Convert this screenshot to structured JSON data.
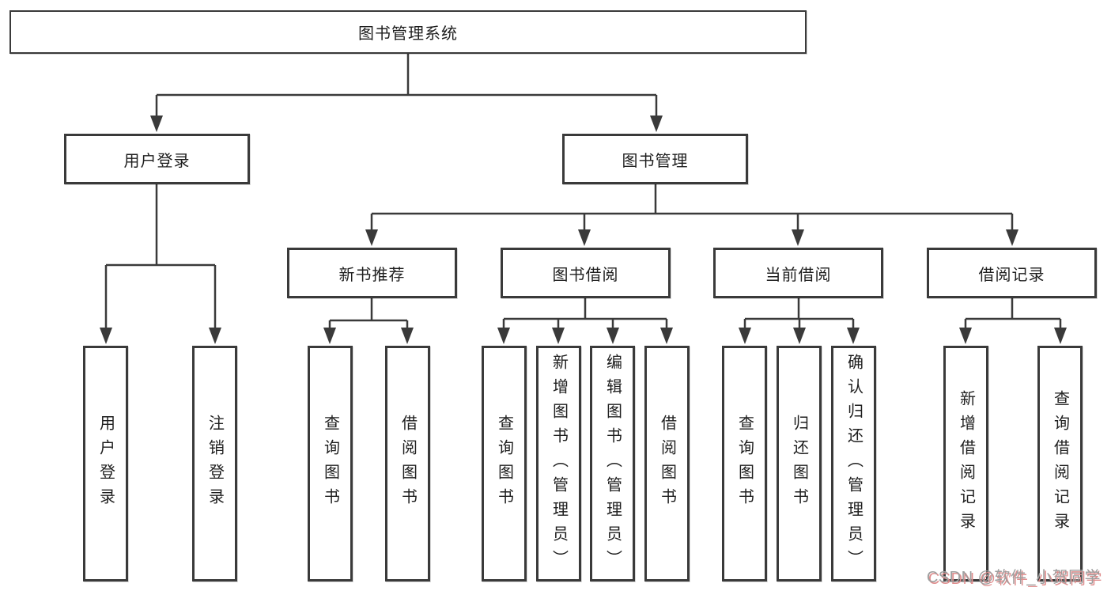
{
  "diagram": {
    "type": "hierarchy-tree",
    "tree": {
      "root": {
        "label": "图书管理系统"
      },
      "branches": [
        {
          "label": "用户登录",
          "children": [
            {
              "label": "用户登录"
            },
            {
              "label": "注销登录"
            }
          ]
        },
        {
          "label": "图书管理",
          "children": [
            {
              "label": "新书推荐",
              "children": [
                {
                  "label": "查询图书"
                },
                {
                  "label": "借阅图书"
                }
              ]
            },
            {
              "label": "图书借阅",
              "children": [
                {
                  "label": "查询图书"
                },
                {
                  "label": "新增图书（管理员）"
                },
                {
                  "label": "编辑图书（管理员）"
                },
                {
                  "label": "借阅图书"
                }
              ]
            },
            {
              "label": "当前借阅",
              "children": [
                {
                  "label": "查询图书"
                },
                {
                  "label": "归还图书"
                },
                {
                  "label": "确认归还（管理员）"
                }
              ]
            },
            {
              "label": "借阅记录",
              "children": [
                {
                  "label": "新增借阅记录"
                },
                {
                  "label": "查询借阅记录"
                }
              ]
            }
          ]
        }
      ]
    },
    "colors": {
      "line": "#3a3a3a",
      "text": "#1e1e1e",
      "node_background": "#ffffff",
      "watermark_gray": "#9e9e9e",
      "watermark_shadow_red": "#e08e8e"
    }
  },
  "watermark": {
    "text": "CSDN @软件_小贺同学"
  }
}
